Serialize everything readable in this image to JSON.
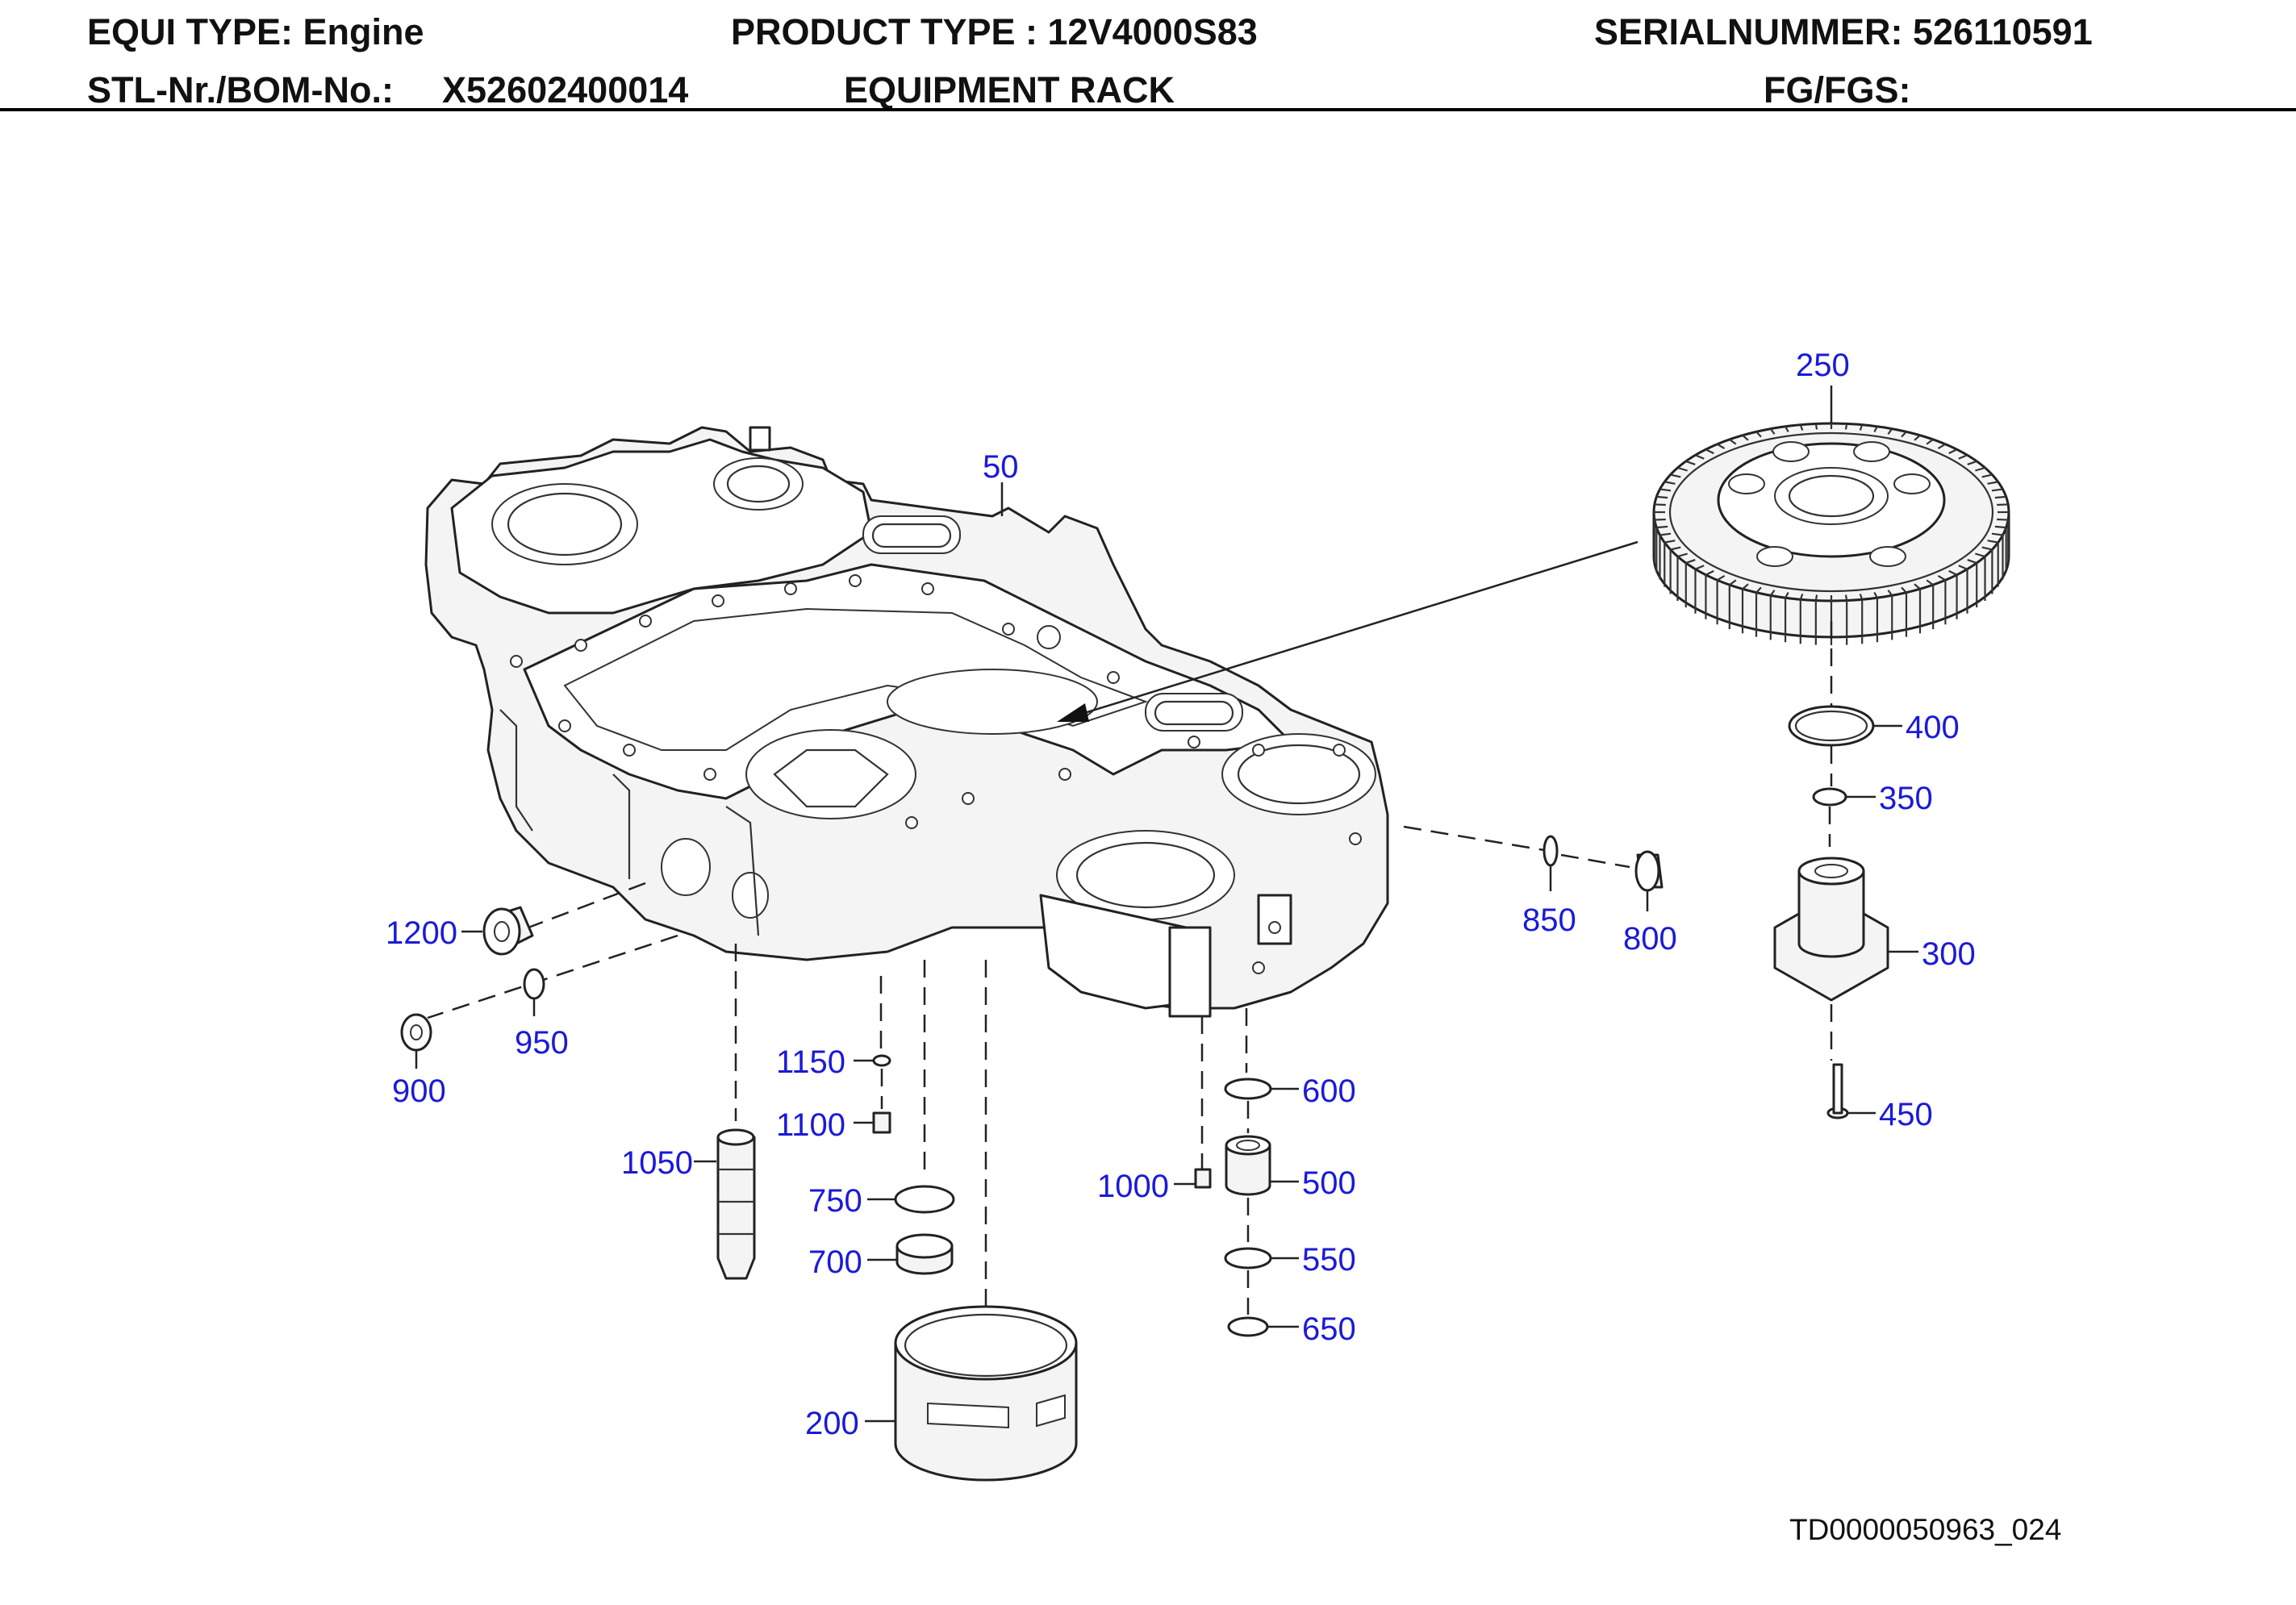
{
  "header": {
    "equi_type": "EQUI TYPE:  Engine",
    "product_type": "PRODUCT TYPE :  12V4000S83",
    "serial_number": "SERIALNUMMER:  526110591",
    "bom_label": "STL-Nr./BOM-No.:",
    "bom_value": "X52602400014",
    "title": "EQUIPMENT RACK",
    "fg_fgs": "FG/FGS:"
  },
  "callouts": {
    "c50": "50",
    "c250": "250",
    "c400": "400",
    "c350": "350",
    "c300": "300",
    "c450": "450",
    "c850": "850",
    "c800": "800",
    "c1200": "1200",
    "c950": "950",
    "c900": "900",
    "c1150": "1150",
    "c1100": "1100",
    "c1050": "1050",
    "c750": "750",
    "c700": "700",
    "c200": "200",
    "c600": "600",
    "c500": "500",
    "c1000": "1000",
    "c550": "550",
    "c650": "650"
  },
  "document_id": "TD0000050963_024",
  "colors": {
    "callout_text": "#1a1ad8",
    "line_art": "#222222",
    "background": "#ffffff"
  }
}
